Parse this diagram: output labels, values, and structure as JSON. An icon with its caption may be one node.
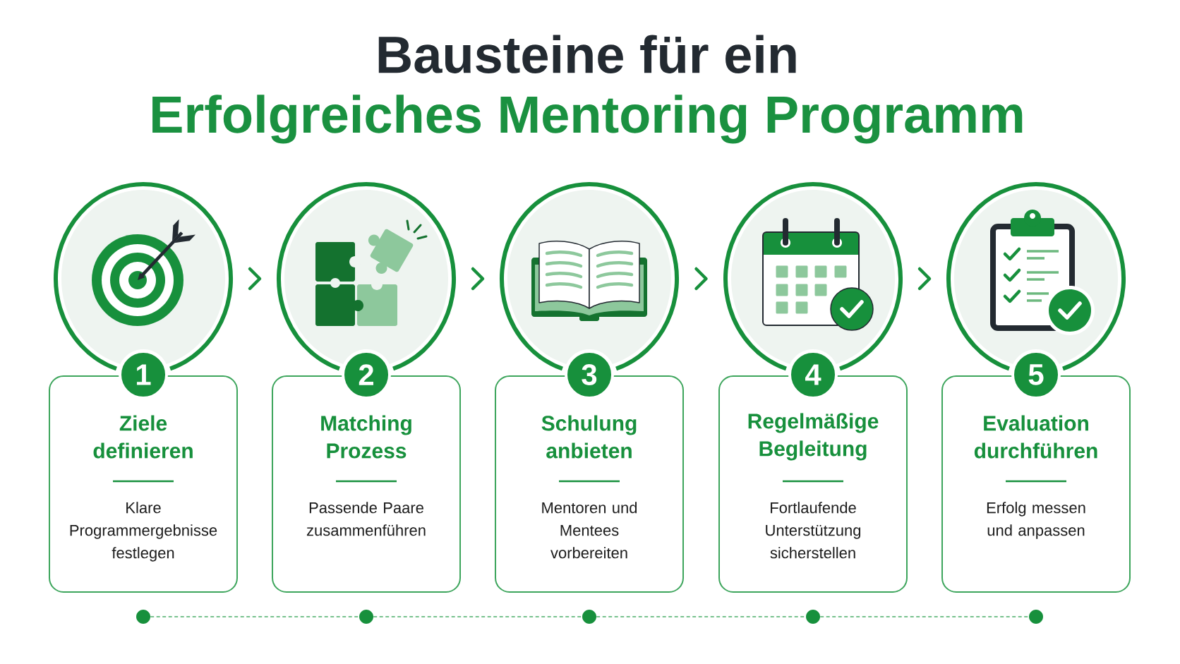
{
  "diagram": {
    "title": "Bausteine für ein Erfolgreiches Mentoring Programm",
    "nodes": [
      {
        "text": [],
        "shape": "circle"
      },
      {
        "text": [
          "1"
        ]
      },
      {
        "text": [
          "Ziele definieren",
          "Klare Programmergebnisse festlegen"
        ]
      },
      {
        "text": [],
        "shape": "circle"
      },
      {
        "text": [
          "2"
        ]
      },
      {
        "text": [
          "Matching Prozess",
          "Passende Paare zusammenführen"
        ]
      },
      {
        "text": [],
        "shape": "circle"
      },
      {
        "text": [
          "3"
        ]
      },
      {
        "text": [
          "Schulung anbieten",
          "Mentoren und Mentees vorbereiten"
        ]
      },
      {
        "text": [],
        "shape": "circle"
      },
      {
        "text": [
          "4"
        ]
      },
      {
        "text": [
          "Regelmäßige Begleitung",
          "Fortlaufende Unterstützung sicherstellen"
        ]
      },
      {
        "text": [],
        "shape": "circle"
      },
      {
        "text": [
          "5"
        ]
      },
      {
        "text": [
          "Evaluation durchführen",
          "Erfolg messen und anpassen"
        ]
      },
      {
        "text": [],
        "shape": "circle"
      },
      {
        "text": [],
        "shape": "circle"
      },
      {
        "text": [],
        "shape": "circle"
      },
      {
        "text": [],
        "shape": "circle"
      },
      {
        "text": [],
        "shape": "circle"
      }
    ],
    "edges": [
      {
        "from": 0,
        "to": 3,
        "arrow": "to",
        "style": "thick"
      },
      {
        "from": 3,
        "to": 6,
        "arrow": "to",
        "style": "thick"
      },
      {
        "from": 6,
        "to": 9,
        "arrow": "to",
        "style": "thick"
      },
      {
        "from": 9,
        "to": 12,
        "arrow": "to",
        "style": "thick"
      },
      {
        "from": 15,
        "to": 16,
        "arrow": "none",
        "style": "dashed"
      },
      {
        "from": 16,
        "to": 17,
        "arrow": "none",
        "style": "dashed"
      },
      {
        "from": 17,
        "to": 18,
        "arrow": "none",
        "style": "dashed"
      },
      {
        "from": 18,
        "to": 19,
        "arrow": "none",
        "style": "dashed"
      }
    ]
  }
}
